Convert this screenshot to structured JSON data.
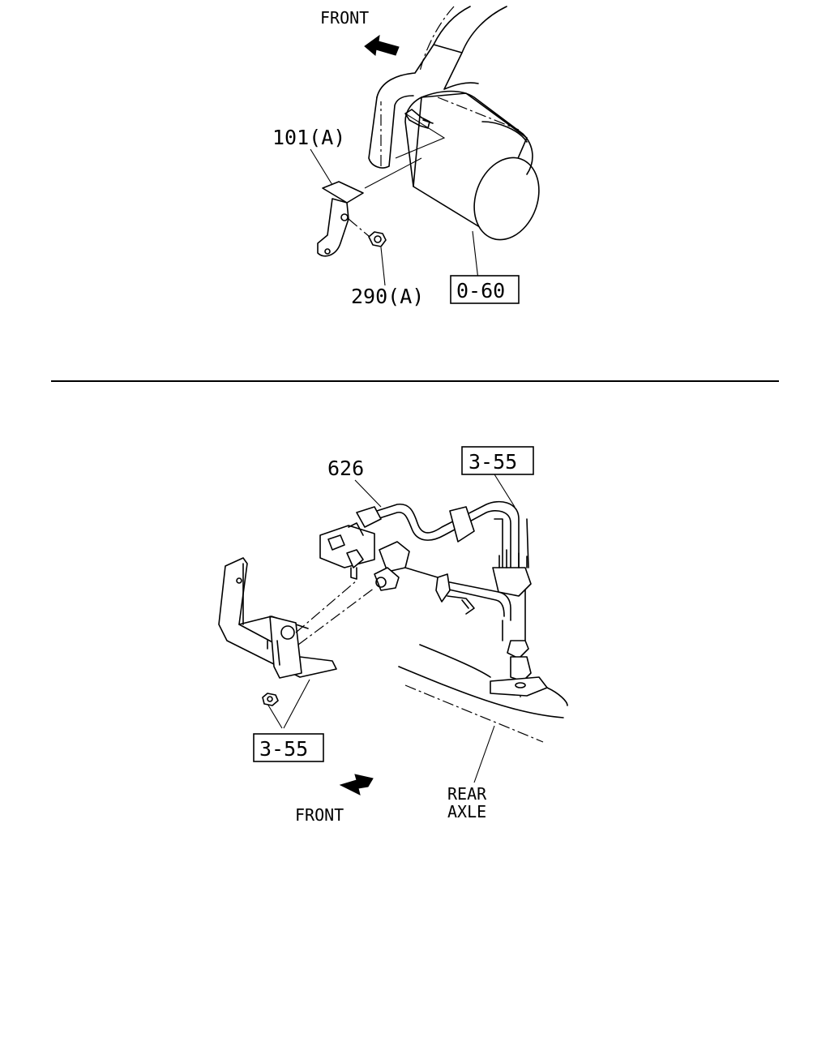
{
  "top": {
    "front_label": "FRONT",
    "callouts": {
      "bracket": "101(A)",
      "nut": "290(A)",
      "ref_box": "0-60"
    }
  },
  "bottom": {
    "front_label": "FRONT",
    "rear_axle_line1": "REAR",
    "rear_axle_line2": "AXLE",
    "callouts": {
      "sensor": "626",
      "ref_box_upper": "3-55",
      "ref_box_lower": "3-55"
    }
  }
}
